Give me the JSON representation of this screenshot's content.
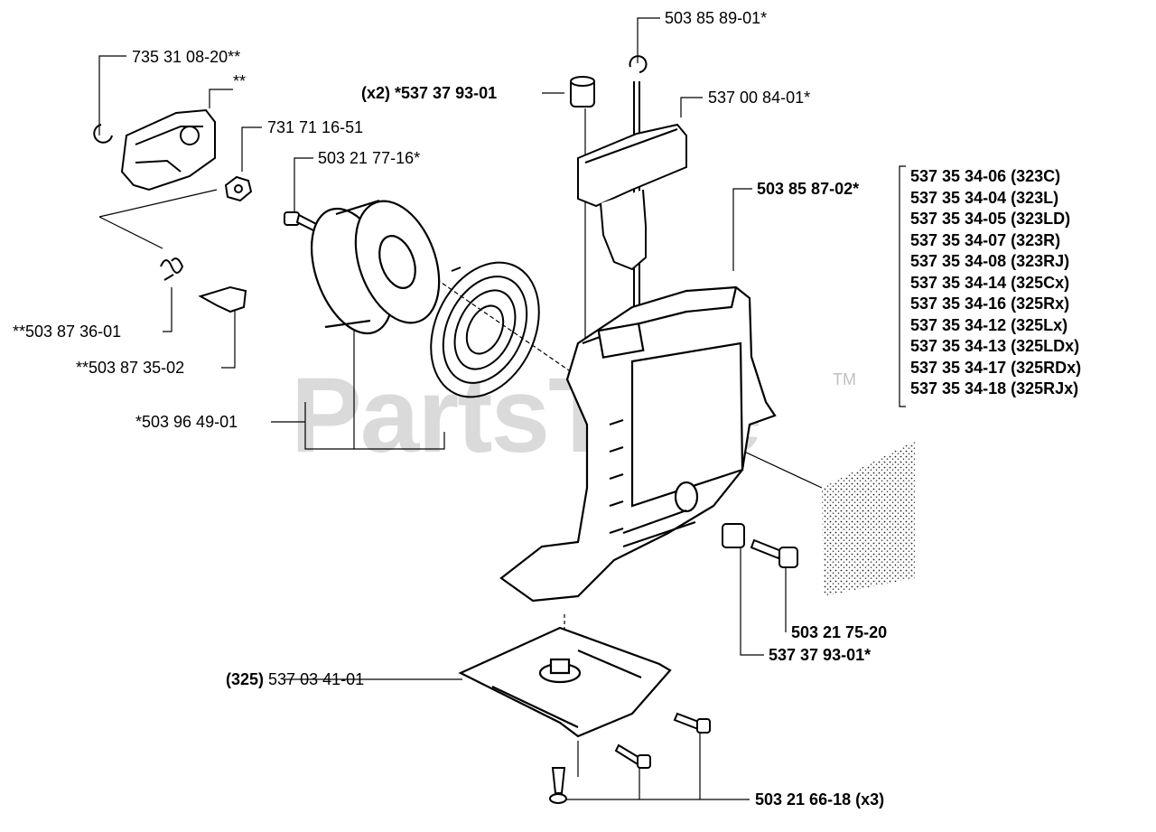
{
  "watermark": {
    "text": "PartsTree",
    "trademark": "TM"
  },
  "labels": {
    "p_735310820": "735 31 08-20**",
    "p_double_star": "**",
    "p_731711651": "731 71 16-51",
    "p_503217716": "503 21 77-16*",
    "p_503873601": "**503 87 36-01",
    "p_503873502": "**503 87 35-02",
    "p_503964901": "*503 96 49-01",
    "p_503858901": "503 85 89-01*",
    "p_537379301_top": "(x2) *537 37 93-01",
    "p_537008401": "537 00 84-01*",
    "p_503858702": "503 85 87-02*",
    "p_503217520": "503 21 75-20",
    "p_537379301": "537 37 93-01*",
    "p_537034101_prefix": "(325)",
    "p_537034101": " 537 03 41-01",
    "p_503216618": "503 21 66-18 (x3)"
  },
  "variants": [
    "537 35 34-06 (323C)",
    "537 35 34-04 (323L)",
    "537 35 34-05 (323LD)",
    "537 35 34-07 (323R)",
    "537 35 34-08 (323RJ)",
    "537 35 34-14 (325Cx)",
    "537 35 34-16 (325Rx)",
    "537 35 34-12 (325Lx)",
    "537 35 34-13 (325LDx)",
    "537 35 34-17 (325RDx)",
    "537 35 34-18 (325RJx)"
  ]
}
